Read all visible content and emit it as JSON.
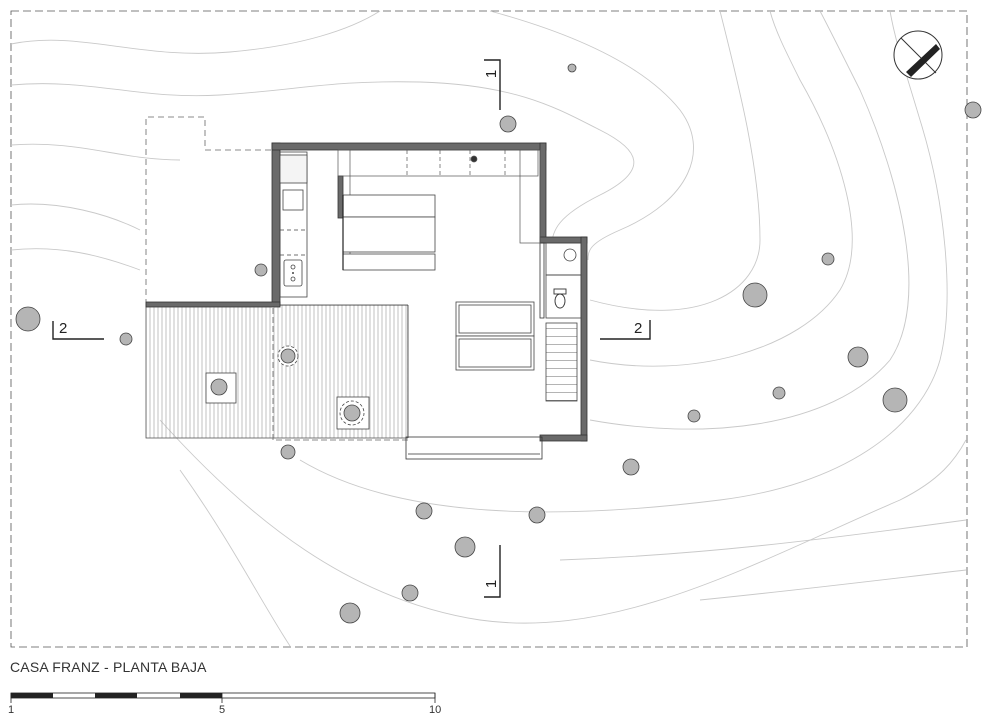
{
  "drawing_title": "CASA FRANZ - PLANTA BAJA",
  "scale_bar": {
    "labels": [
      "1",
      "5",
      "10"
    ]
  },
  "section_marks": {
    "section_1": "1",
    "section_2": "2"
  },
  "colors": {
    "wall": "#666666",
    "tree": "#b5b5b5",
    "line": "#333333",
    "contour": "#c9c9c9"
  },
  "icons": [
    "north-arrow-icon",
    "toilet-icon",
    "sink-icon"
  ]
}
